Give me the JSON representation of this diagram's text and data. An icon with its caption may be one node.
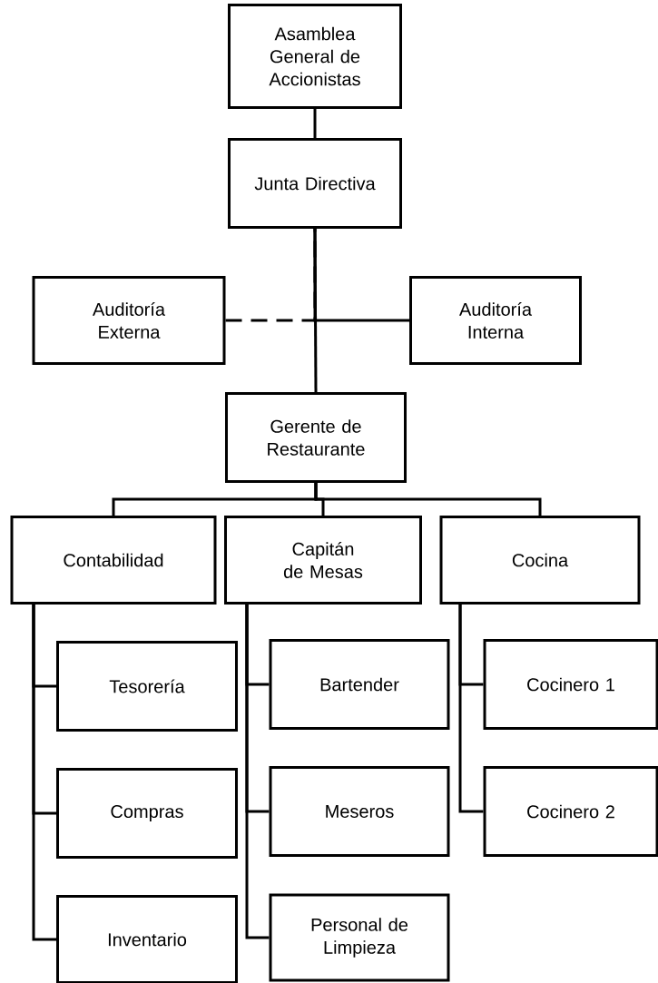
{
  "diagram": {
    "nodes": [
      {
        "text": [
          "Asamblea General de Accionistas"
        ]
      },
      {
        "text": [
          "Junta Directiva"
        ]
      },
      {
        "text": [
          "Auditoría Externa"
        ]
      },
      {
        "text": [
          "Auditoría Interna"
        ]
      },
      {
        "text": [
          "Gerente de Restaurante"
        ]
      },
      {
        "text": [
          "Contabilidad"
        ]
      },
      {
        "text": [
          "Capitán de Mesas"
        ]
      },
      {
        "text": [
          "Cocina"
        ]
      },
      {
        "text": [
          "Tesorería"
        ]
      },
      {
        "text": [
          "Compras"
        ]
      },
      {
        "text": [
          "Inventario"
        ]
      },
      {
        "text": [
          "Bartender"
        ]
      },
      {
        "text": [
          "Meseros"
        ]
      },
      {
        "text": [
          "Personal de Limpieza"
        ]
      },
      {
        "text": [
          "Cocinero 1"
        ]
      },
      {
        "text": [
          "Cocinero 2"
        ]
      }
    ],
    "edges": [
      {
        "from": 0,
        "to": 1,
        "arrow": "none"
      },
      {
        "from": 1,
        "to": 4,
        "arrow": "none"
      },
      {
        "from": 1,
        "to": 2,
        "arrow": "none",
        "style": "dashed"
      },
      {
        "from": 1,
        "to": 3,
        "arrow": "none"
      },
      {
        "from": 4,
        "to": 5,
        "arrow": "none"
      },
      {
        "from": 4,
        "to": 6,
        "arrow": "none"
      },
      {
        "from": 4,
        "to": 7,
        "arrow": "none"
      },
      {
        "from": 5,
        "to": 8,
        "arrow": "none"
      },
      {
        "from": 5,
        "to": 9,
        "arrow": "none"
      },
      {
        "from": 5,
        "to": 10,
        "arrow": "none"
      },
      {
        "from": 6,
        "to": 11,
        "arrow": "none"
      },
      {
        "from": 6,
        "to": 12,
        "arrow": "none"
      },
      {
        "from": 6,
        "to": 13,
        "arrow": "none"
      },
      {
        "from": 7,
        "to": 14,
        "arrow": "none"
      },
      {
        "from": 7,
        "to": 15,
        "arrow": "none"
      }
    ]
  }
}
